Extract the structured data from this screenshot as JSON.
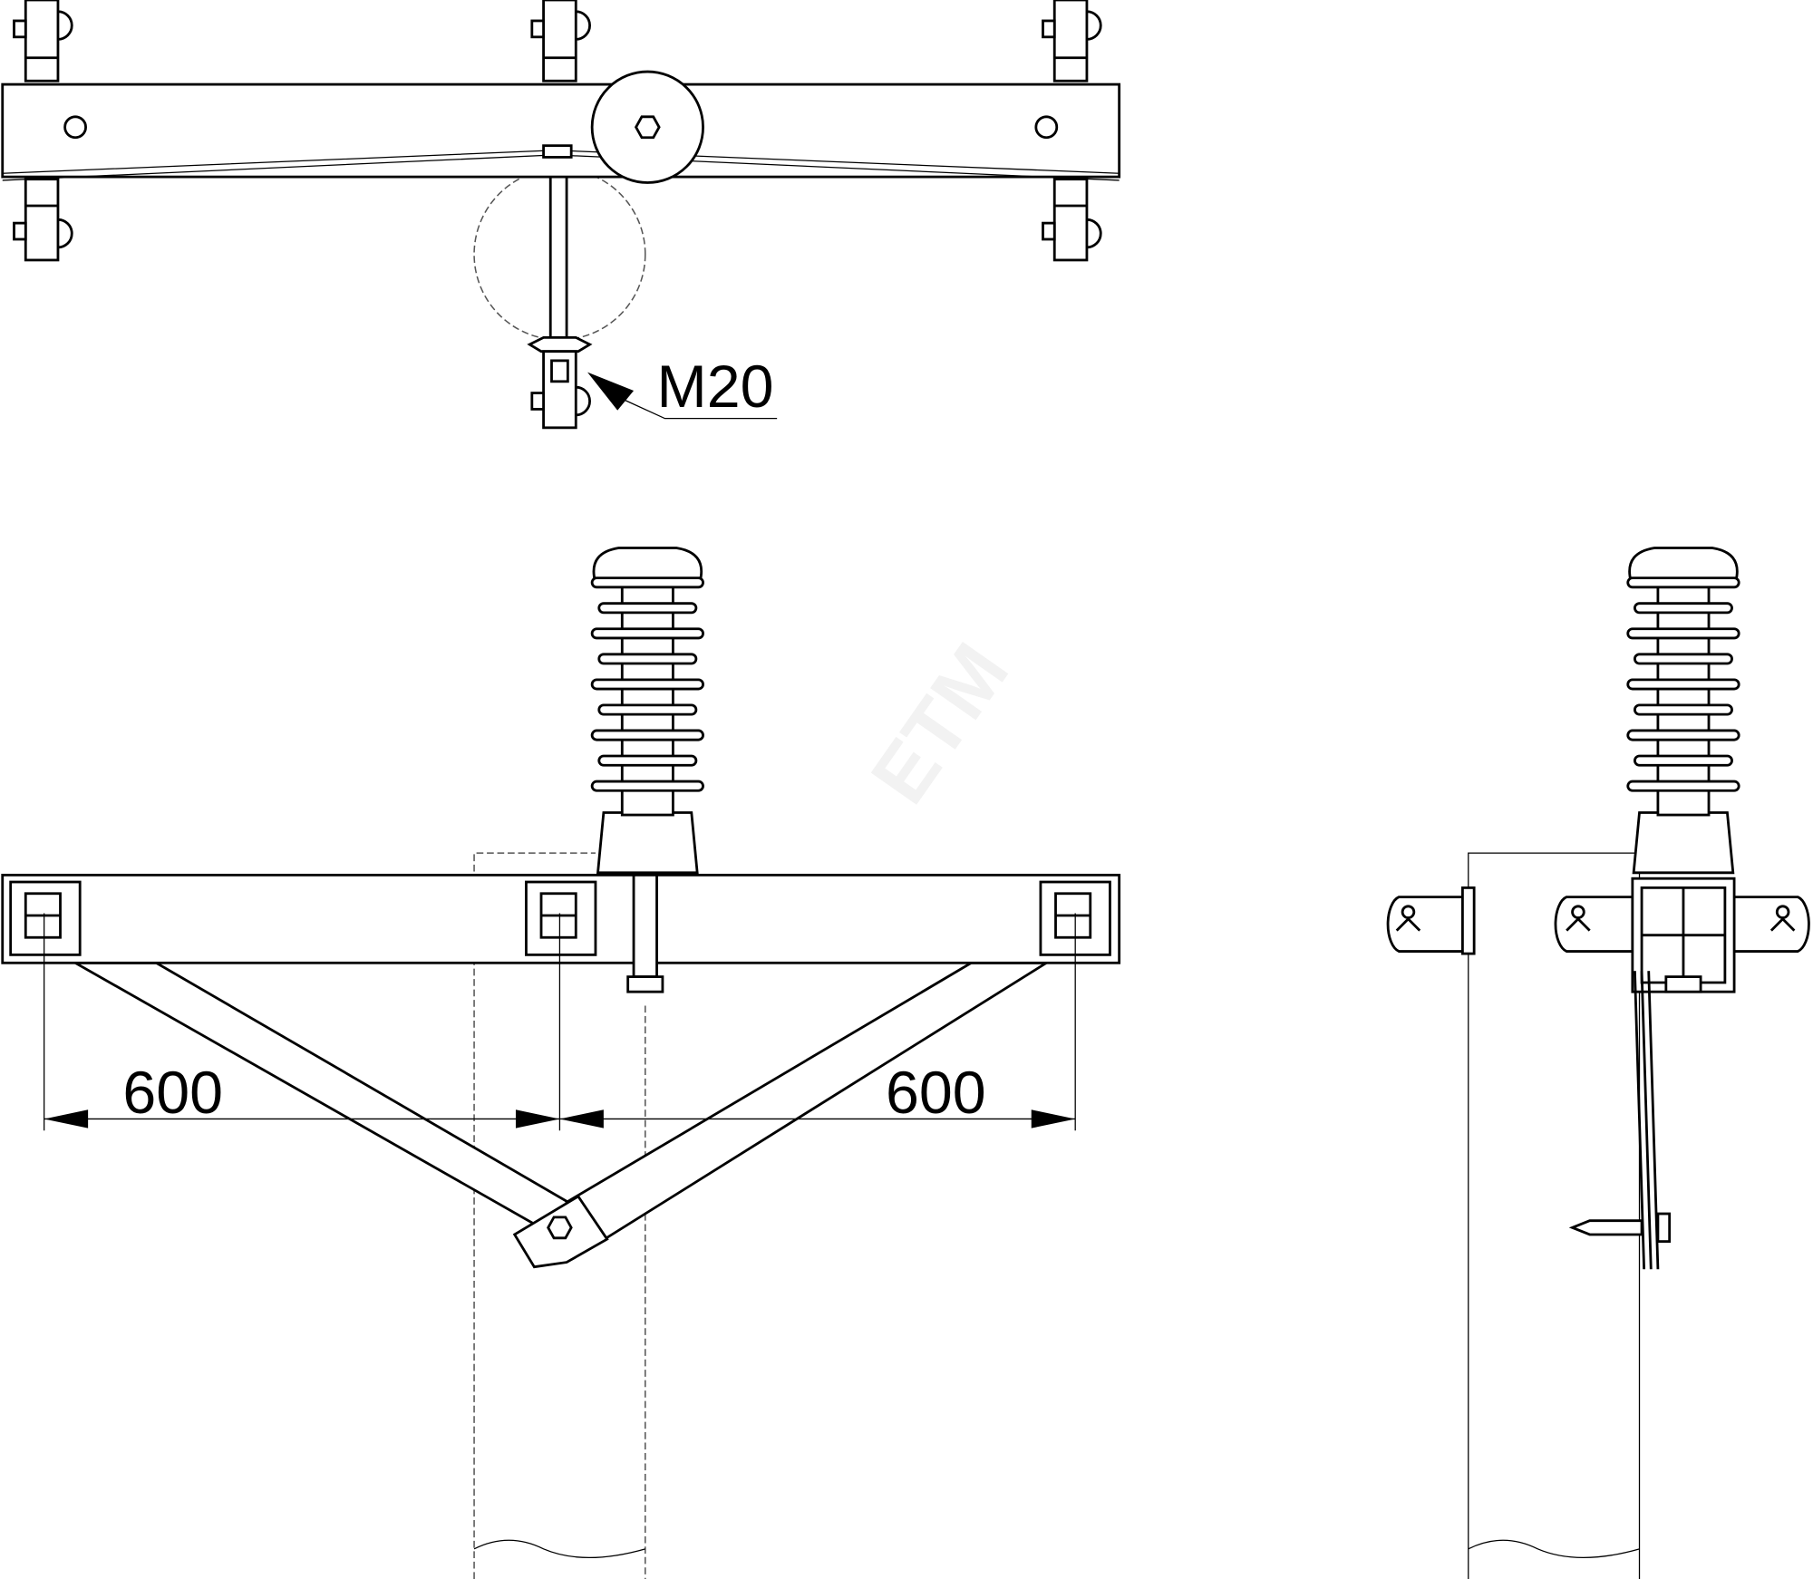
{
  "watermark": "ETM",
  "top_view": {
    "callout_label": "M20"
  },
  "front_view": {
    "dimension_left": "600",
    "dimension_right": "600"
  }
}
